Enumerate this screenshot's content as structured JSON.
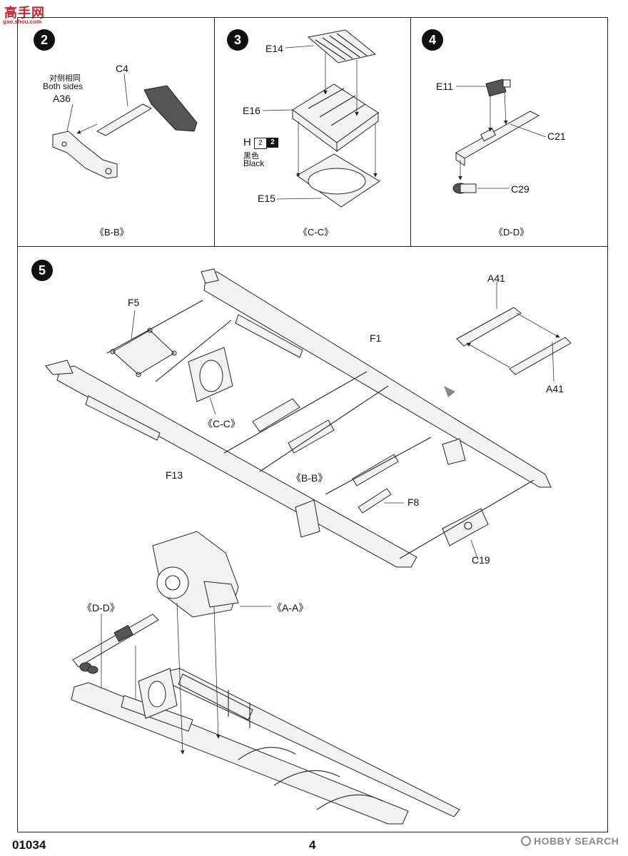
{
  "header": {
    "logo_text": "高手网",
    "logo_url": "gao.shou.com"
  },
  "step2": {
    "number": "2",
    "note_cn": "对侧相同",
    "note_en": "Both sides",
    "part_a": "A36",
    "part_b": "C4",
    "caption": "《B-B》"
  },
  "step3": {
    "number": "3",
    "part_top": "E14",
    "part_mid": "E16",
    "part_bottom": "E15",
    "paint_code": "H",
    "paint_box1": "2",
    "paint_box2": "2",
    "paint_cn": "黑色",
    "paint_en": "Black",
    "caption": "《C-C》"
  },
  "step4": {
    "number": "4",
    "part_top": "E11",
    "part_mid": "C21",
    "part_bottom": "C29",
    "caption": "《D-D》"
  },
  "step5": {
    "number": "5",
    "labels": {
      "f5": "F5",
      "a41_top": "A41",
      "a41_bottom": "A41",
      "f1": "F1",
      "cc": "《C-C》",
      "bb": "《B-B》",
      "f13": "F13",
      "f8": "F8",
      "c19": "C19",
      "aa": "《A-A》",
      "dd": "《D-D》"
    }
  },
  "footer": {
    "code": "01034",
    "page": "4",
    "watermark": "HOBBY SEARCH"
  },
  "colors": {
    "ink": "#111111",
    "logo_red": "#c8242b",
    "watermark": "#8a8a8a"
  }
}
